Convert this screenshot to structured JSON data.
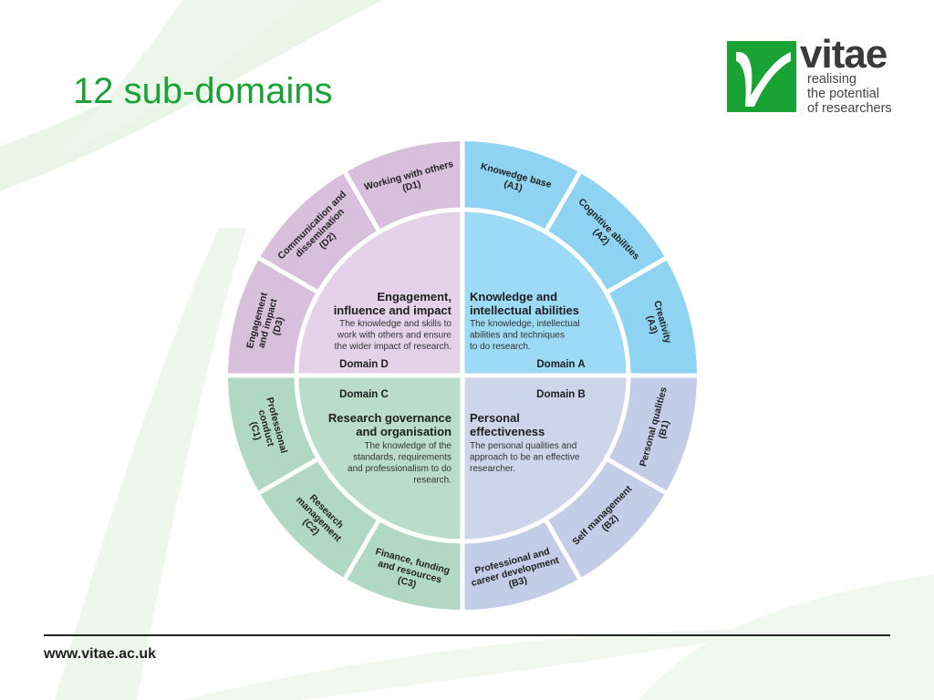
{
  "slide": {
    "title": "12 sub-domains",
    "url": "www.vitae.ac.uk"
  },
  "logo": {
    "wordmark": "vitae",
    "tagline": [
      "realising",
      "the potential",
      "of researchers"
    ],
    "color": "#1aa335"
  },
  "wheel": {
    "domains": [
      {
        "id": "D",
        "label": "Domain D",
        "title": [
          "Engagement,",
          "influence and impact"
        ],
        "description": [
          "The knowledge and skills to",
          "work with others and ensure",
          "the wider impact of research."
        ],
        "inner_color": "#e4d3e8",
        "outer_color": "#d8c0dd",
        "subdomains": [
          {
            "label": [
              "Working with others",
              "(D1)"
            ]
          },
          {
            "label": [
              "Communication and",
              "dissemination",
              "(D2)"
            ]
          },
          {
            "label": [
              "Engagement",
              "and impact",
              "(D3)"
            ]
          }
        ]
      },
      {
        "id": "A",
        "label": "Domain A",
        "title": [
          "Knowledge and",
          "intellectual abilities"
        ],
        "description": [
          "The knowledge, intellectual",
          "abilities and techniques",
          "to do research."
        ],
        "inner_color": "#9ddaf5",
        "outer_color": "#8fd3f3",
        "subdomains": [
          {
            "label": [
              "Knowedge base",
              "(A1)"
            ]
          },
          {
            "label": [
              "Cognitive abilities",
              "(A2)"
            ]
          },
          {
            "label": [
              "Creativity",
              "(A3)"
            ]
          }
        ]
      },
      {
        "id": "B",
        "label": "Domain B",
        "title": [
          "Personal",
          "effectiveness"
        ],
        "description": [
          "The personal qualities and",
          "approach to be an effective",
          "researcher."
        ],
        "inner_color": "#ccd5ea",
        "outer_color": "#c3cde7",
        "subdomains": [
          {
            "label": [
              "Personal qualities",
              "(B1)"
            ]
          },
          {
            "label": [
              "Self management",
              "(B2)"
            ]
          },
          {
            "label": [
              "Professional and",
              "career development",
              "(B3)"
            ]
          }
        ]
      },
      {
        "id": "C",
        "label": "Domain C",
        "title": [
          "Research governance",
          "and organisation"
        ],
        "description": [
          "The knowledge of the",
          "standards, requirements",
          "and professionalism to do",
          "research."
        ],
        "inner_color": "#b9dccb",
        "outer_color": "#b1d8c5",
        "subdomains": [
          {
            "label": [
              "Professional",
              "conduct",
              "(C1)"
            ]
          },
          {
            "label": [
              "Research",
              "management",
              "(C2)"
            ]
          },
          {
            "label": [
              "Finance, funding",
              "and resources",
              "(C3)"
            ]
          }
        ]
      }
    ]
  }
}
